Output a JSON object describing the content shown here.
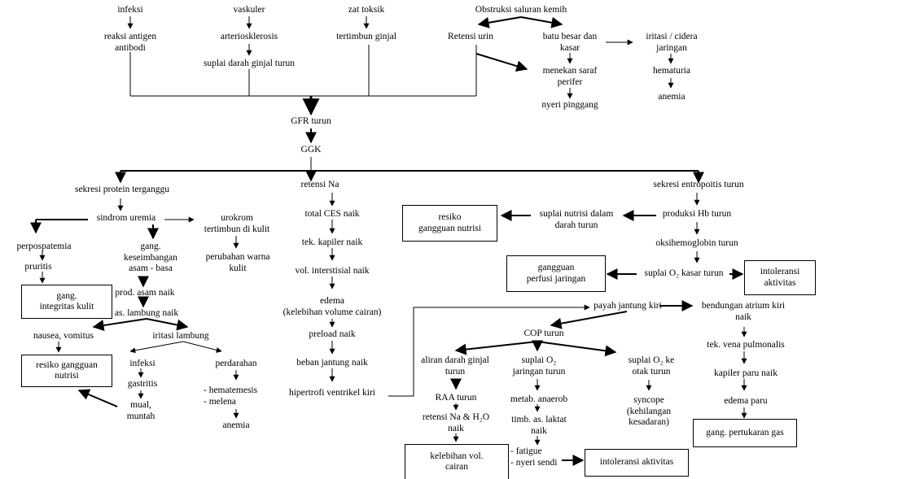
{
  "nodes": {
    "infeksi": "infeksi",
    "reaksi_antigen": "reaksi antigen\nantibodi",
    "vaskuler": "vaskuler",
    "arteriosklerosis": "arteriosklerosis",
    "suplai_darah_ginjal": "suplai darah ginjal turun",
    "zat_toksik": "zat toksik",
    "tertimbun_ginjal": "tertimbun ginjal",
    "obstruksi": "Obstruksi saluran kemih",
    "retensi_urin": "Retensi urin",
    "batu_besar": "batu besar dan\nkasar",
    "menekan_saraf": "menekan saraf\nperifer",
    "nyeri_pinggang": "nyeri pinggang",
    "iritasi_cidera": "iritasi / cidera\njaringan",
    "hematuria": "hematuria",
    "anemia_top": "anemia",
    "gfr_turun": "GFR turun",
    "ggk": "GGK",
    "sekresi_protein": "sekresi protein terganggu",
    "sindrom_uremia": "sindrom uremia",
    "urokrom": "urokrom\ntertimbun di kulit",
    "perubahan_warna": "perubahan warna\nkulit",
    "perpospatemia": "perpospatemia",
    "pruritis": "pruritis",
    "gang_integritas": "gang.\nintegritas kulit",
    "gang_keseimbangan": "gang.\nkeseimbangan\nasam - basa",
    "prod_asam": "prod. asam naik",
    "as_lambung": "as. lambung naik",
    "nausea": "nausea, vomitus",
    "iritasi_lambung": "iritasi lambung",
    "resiko_gangguan_nutrisi_left": "resiko gangguan\nnutrisi",
    "infeksi_lambung": "infeksi",
    "gastritis": "gastritis",
    "mual_muntah": "mual,\nmuntah",
    "perdarahan": "perdarahan",
    "hematemesis": "- hematemesis\n- melena",
    "anemia_bottom": "anemia",
    "retensi_na": "retensi Na",
    "total_ces": "total CES naik",
    "tek_kapiler": "tek. kapiler naik",
    "vol_interstisial": "vol. interstisial naik",
    "edema": "edema\n(kelebihan volume cairan)",
    "preload": "preload naik",
    "beban_jantung": "beban jantung naik",
    "hipertrofi": "hipertrofi ventrikel kiri",
    "sekresi_eritropoitis": "sekresi entropoitis turun",
    "produksi_hb": "produksi Hb turun",
    "suplai_nutrisi": "suplai nutrisi dalam\ndarah turun",
    "resiko_gangguan_nutrisi_right": "resiko\ngangguan nutrisi",
    "oksihemoglobin": "oksihemoglobin turun",
    "suplai_o2_kasar": "suplai O₂ kasar turun",
    "gangguan_perfusi": "gangguan\nperfusi jaringan",
    "intoleransi_aktivitas_top": "intoleransi\naktivitas",
    "payah_jantung": "payah jantung kiri",
    "bendungan_atrium": "bendungan atrium kiri\nnaik",
    "tek_vena": "tek. vena pulmonalis",
    "kapiler_paru": "kapiler paru naik",
    "edema_paru": "edema paru",
    "gang_pertukaran_gas": "gang. pertukaran gas",
    "cop_turun": "COP turun",
    "aliran_darah_ginjal": "aliran darah ginjal\nturun",
    "raa_turun": "RAA turun",
    "retensi_na_h2o": "retensi Na & H₂O\nnaik",
    "kelebihan_vol": "kelebihan vol.\ncairan",
    "suplai_o2_jaringan": "suplai O₂\njaringan turun",
    "metab_anaerob": "metab. anaerob",
    "timb_as_laktat": "timb. as. laktat\nnaik",
    "fatigue": "- fatigue\n- nyeri sendi",
    "intoleransi_aktivitas_bottom": "intoleransi aktivitas",
    "suplai_o2_otak": "suplai O₂ ke\notak turun",
    "syncope": "syncope\n(kehilangan\nkesadaran)"
  }
}
